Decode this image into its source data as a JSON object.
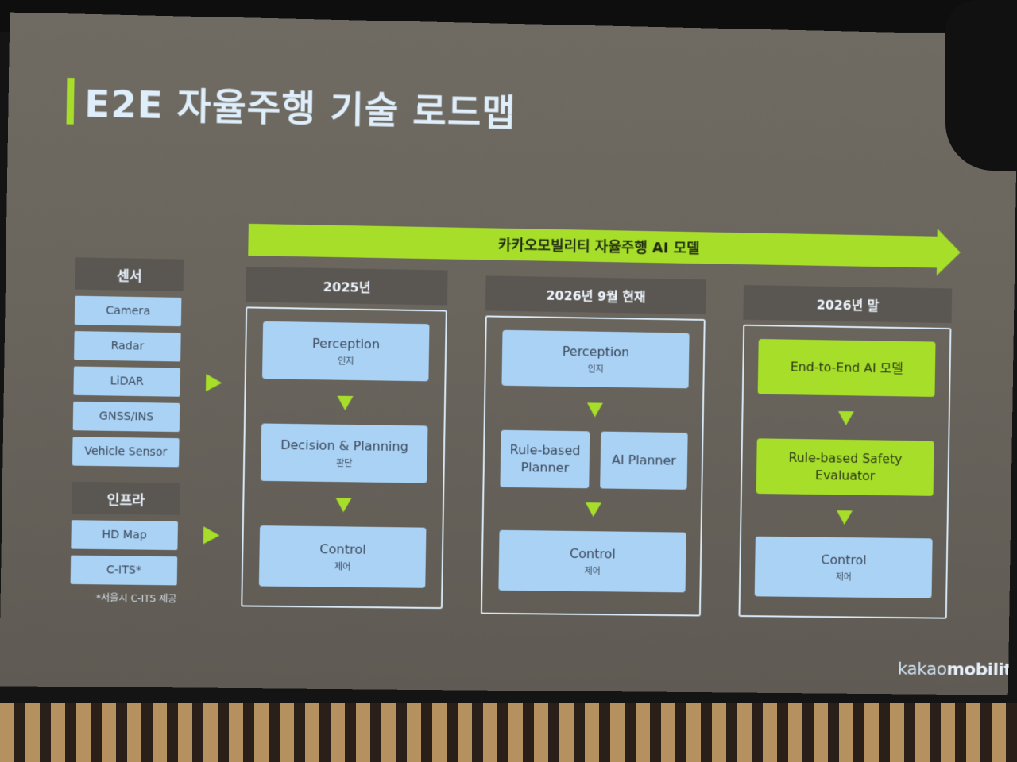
{
  "slide": {
    "title": "E2E 자율주행 기술 로드맵",
    "arrow_label": "카카오모빌리티 자율주행 AI 모델",
    "brand_light": "kakao",
    "brand_bold": "mobility"
  },
  "sidebar": {
    "sensor_heading": "센서",
    "sensors": [
      "Camera",
      "Radar",
      "LiDAR",
      "GNSS/INS",
      "Vehicle Sensor"
    ],
    "infra_heading": "인프라",
    "infra": [
      "HD Map",
      "C-ITS*"
    ],
    "note": "*서울시 C-ITS 제공"
  },
  "columns": [
    {
      "heading": "2025년",
      "boxes": [
        {
          "label": "Perception",
          "sub": "인지"
        },
        {
          "label": "Decision & Planning",
          "sub": "판단"
        },
        {
          "label": "Control",
          "sub": "제어"
        }
      ]
    },
    {
      "heading": "2026년 9월 현재",
      "boxes": [
        {
          "label": "Perception",
          "sub": "인지"
        },
        {
          "label": "Rule-based Planner",
          "sub": ""
        },
        {
          "label": "AI Planner",
          "sub": ""
        },
        {
          "label": "Control",
          "sub": "제어"
        }
      ]
    },
    {
      "heading": "2026년 말",
      "boxes": [
        {
          "label": "End-to-End AI 모델",
          "sub": ""
        },
        {
          "label": "Rule-based Safety Evaluator",
          "sub": ""
        },
        {
          "label": "Control",
          "sub": "제어"
        }
      ]
    }
  ],
  "colors": {
    "accent_green": "#a6de2a",
    "box_blue": "#aad2f5",
    "header_gray": "#5a5753"
  }
}
